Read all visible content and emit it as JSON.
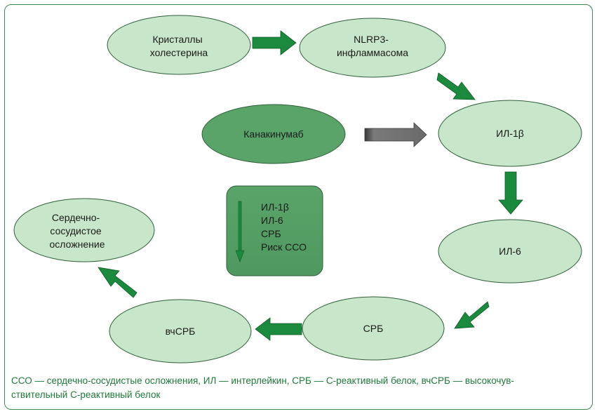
{
  "nodes": {
    "cholesterol_crystals": [
      "Кристаллы",
      "холестерина"
    ],
    "nlrp3": [
      "NLRP3-",
      "инфламмасома"
    ],
    "canakinumab": "Канакинумаб",
    "il1b": "ИЛ-1β",
    "il6": "ИЛ-6",
    "crp": "СРБ",
    "hscrp": "вчСРБ",
    "cv_complication": [
      "Сердечно-",
      "сосудистое",
      "осложнение"
    ]
  },
  "reduction_box": {
    "items": [
      "ИЛ-1β",
      "ИЛ-6",
      "СРБ",
      "Риск ССО"
    ]
  },
  "caption": {
    "line1": "ССО — сердечно-сосудистые осложнения, ИЛ — интерлейкин, СРБ — С-реактивный белок, вчСРБ — высокочув-",
    "line2": "ствительный С-реактивный белок"
  },
  "colors": {
    "light_green_fill": "#c8e6c9",
    "dark_green_fill": "#5aa46a",
    "arrow_green": "#1b8a3e",
    "arrow_gray": "#6b6b6b",
    "outline": "#2f5e3a"
  }
}
